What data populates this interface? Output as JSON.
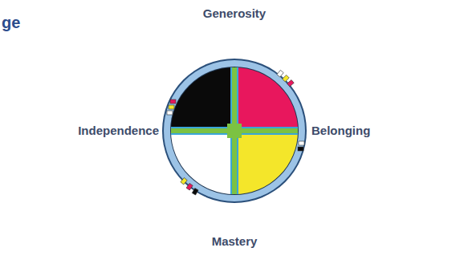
{
  "diagram": {
    "labels": [
      "ge",
      "Generosity",
      "Independence",
      "Belonging",
      "Mastery"
    ]
  }
}
